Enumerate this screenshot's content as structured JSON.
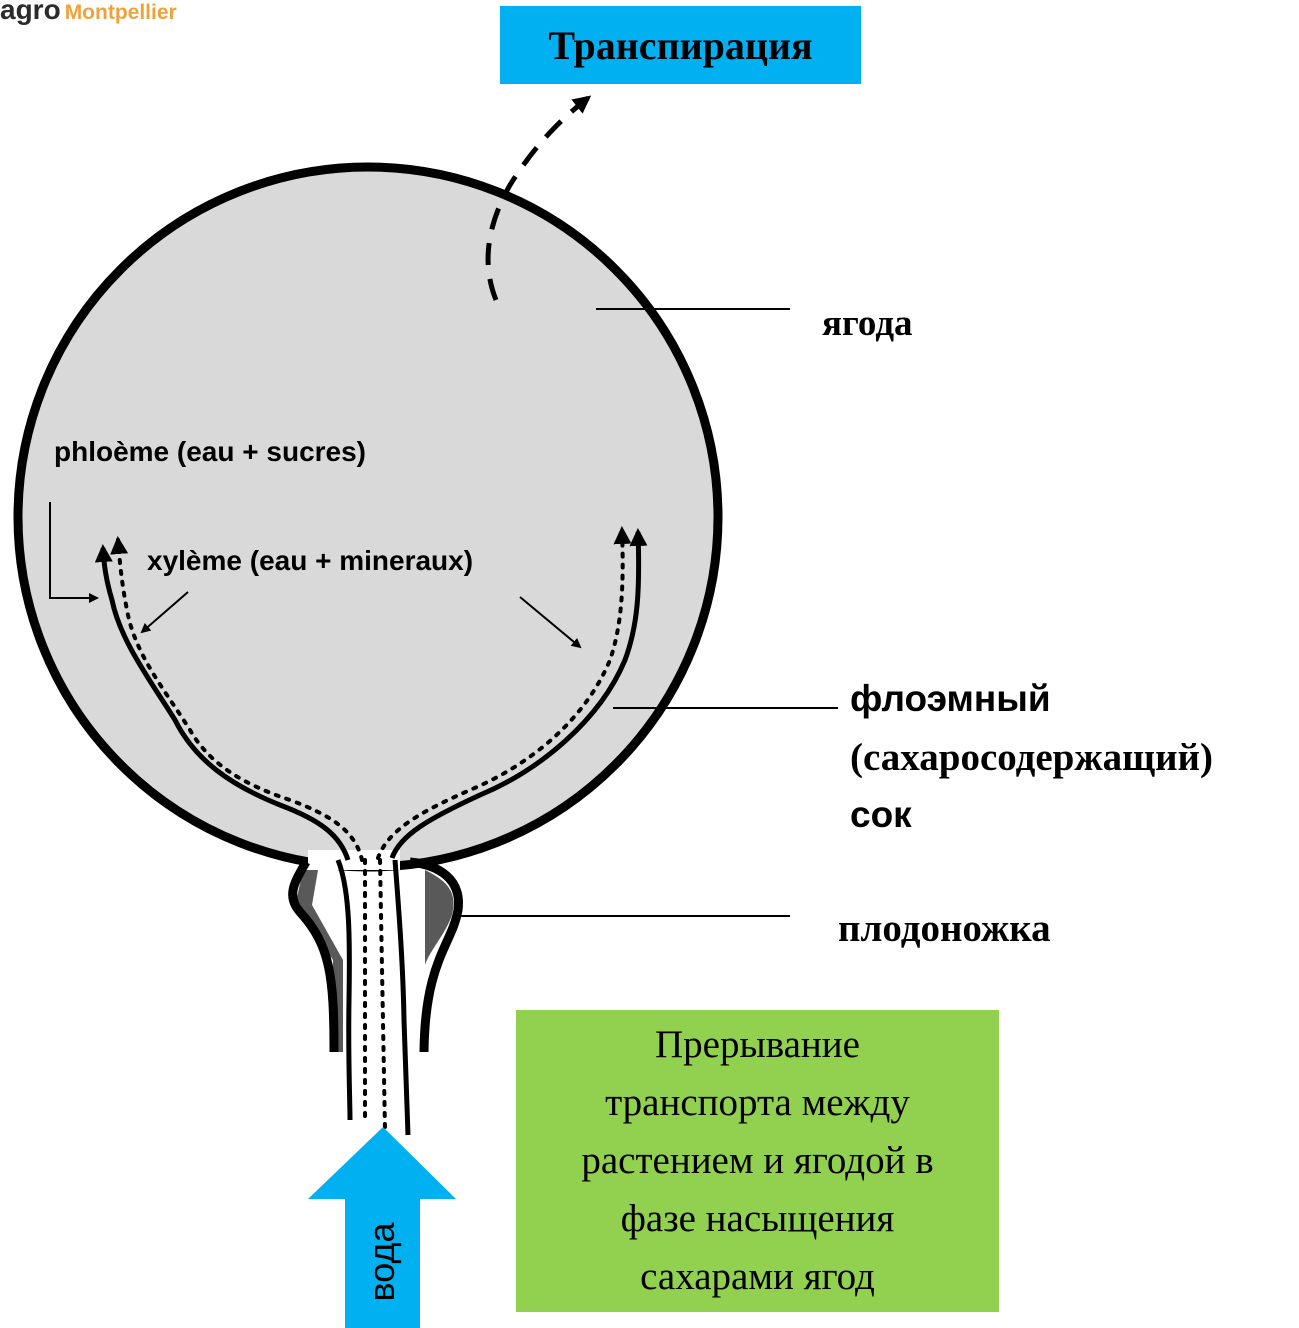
{
  "logo": {
    "agro": "agro",
    "montpellier": "Montpellier"
  },
  "labels": {
    "transpiration": "Транспирация",
    "berry": "ягода",
    "phloem_fr": "phloème (eau  +  sucres)",
    "xylem_fr": "xylème (eau  + mineraux)",
    "phloem_sap_line1": "флоэмный",
    "phloem_sap_line2": "(сахаросодержащий)",
    "phloem_sap_line3": "сок",
    "pedicel": "плодоножка",
    "water": "вода",
    "interruption": "Прерывание\nтранспорта между\nрастением и ягодой в\nфазе насыщения\nсахарами ягод"
  },
  "colors": {
    "berry_fill": "#d9d9d9",
    "transpiration_box": "#00b0f0",
    "interruption_box": "#92d050",
    "water_arrow": "#00b0f0",
    "pedicel_shade": "#595959"
  }
}
